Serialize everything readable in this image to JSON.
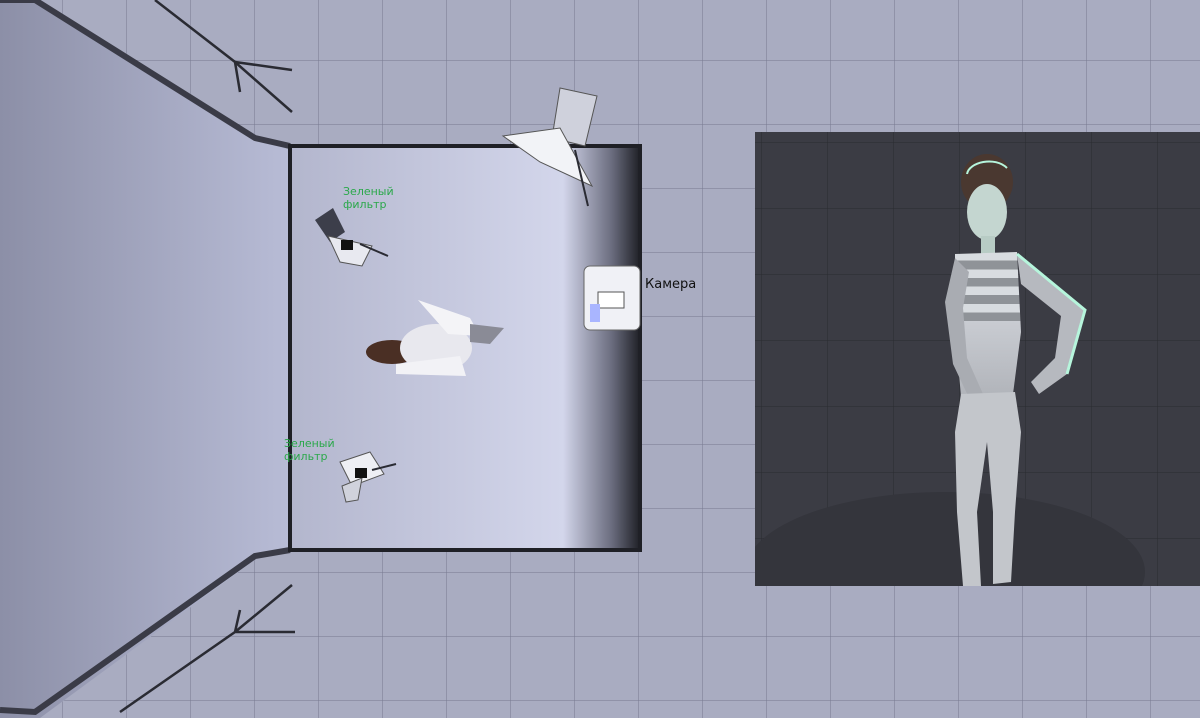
{
  "labels": {
    "filter_top": "Зеленый\nфильтр",
    "filter_bottom": "Зеленый\nфильтр",
    "camera": "Камера"
  },
  "colors": {
    "floor": "#a8abbf",
    "grid": "#6f7289",
    "wall": "#8d90aa",
    "backdrop_light": "#d6d9ee",
    "backdrop_dark": "#1c1d22",
    "preview_bg": "#3b3c44",
    "filter_label": "#2aa84a",
    "model_highlight": "#b6f5dc"
  },
  "icons": {
    "floor_light_top": "softbox-light-icon",
    "floor_light_bottom": "softbox-light-icon",
    "key_light": "studio-light-icon",
    "camera": "camera-icon",
    "tripod_top": "tripod-icon",
    "tripod_bottom": "tripod-icon",
    "subject": "person-figure-icon"
  }
}
